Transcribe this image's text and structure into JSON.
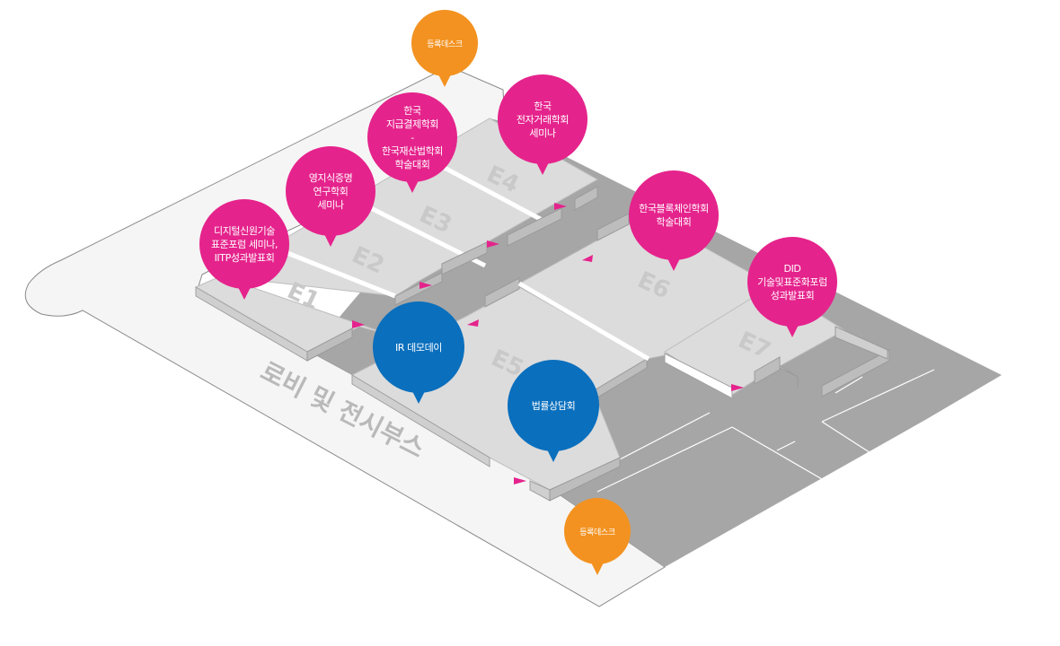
{
  "map": {
    "lobby_label": "로비 및 전시부스",
    "booths": [
      {
        "id": "e1",
        "label": "E1"
      },
      {
        "id": "e2",
        "label": "E2"
      },
      {
        "id": "e3",
        "label": "E3"
      },
      {
        "id": "e4",
        "label": "E4"
      },
      {
        "id": "e5",
        "label": "E5"
      },
      {
        "id": "e6",
        "label": "E6"
      },
      {
        "id": "e7",
        "label": "E7"
      }
    ],
    "markers": [
      {
        "id": "registration-top",
        "color": "orange",
        "lines": [
          "등록데스크"
        ]
      },
      {
        "id": "registration-bottom",
        "color": "orange",
        "lines": [
          "등록데스크"
        ]
      },
      {
        "id": "e1-event",
        "color": "pink",
        "lines": [
          "디지털신원기술",
          "표준포럼 세미나,",
          "IITP성과발표회"
        ]
      },
      {
        "id": "e2-event",
        "color": "pink",
        "lines": [
          "영지식증명",
          "연구학회",
          "세미나"
        ]
      },
      {
        "id": "e3-event",
        "color": "pink",
        "lines": [
          "한국",
          "지급결제학회",
          "-",
          "한국재산법학회",
          "학술대회"
        ]
      },
      {
        "id": "e4-event",
        "color": "pink",
        "lines": [
          "한국",
          "전자거래학회",
          "세미나"
        ]
      },
      {
        "id": "e6-event",
        "color": "pink",
        "lines": [
          "한국블록체인학회",
          "학술대회"
        ]
      },
      {
        "id": "e7-event",
        "color": "pink",
        "lines": [
          "DID",
          "기술및표준화포럼",
          "성과발표회"
        ]
      },
      {
        "id": "ir-demo",
        "color": "blue",
        "lines": [
          "IR 데모데이"
        ]
      },
      {
        "id": "legal-consult",
        "color": "blue",
        "lines": [
          "법률상담회"
        ]
      }
    ],
    "colors": {
      "pink": "#e5238c",
      "blue": "#0a6fbd",
      "orange": "#f39220",
      "lobby": "#f5f5f5",
      "corridor": "#a6a6a6",
      "booth_floor": "#dcdcdc",
      "entrance_arrow": "#e5238c"
    }
  }
}
